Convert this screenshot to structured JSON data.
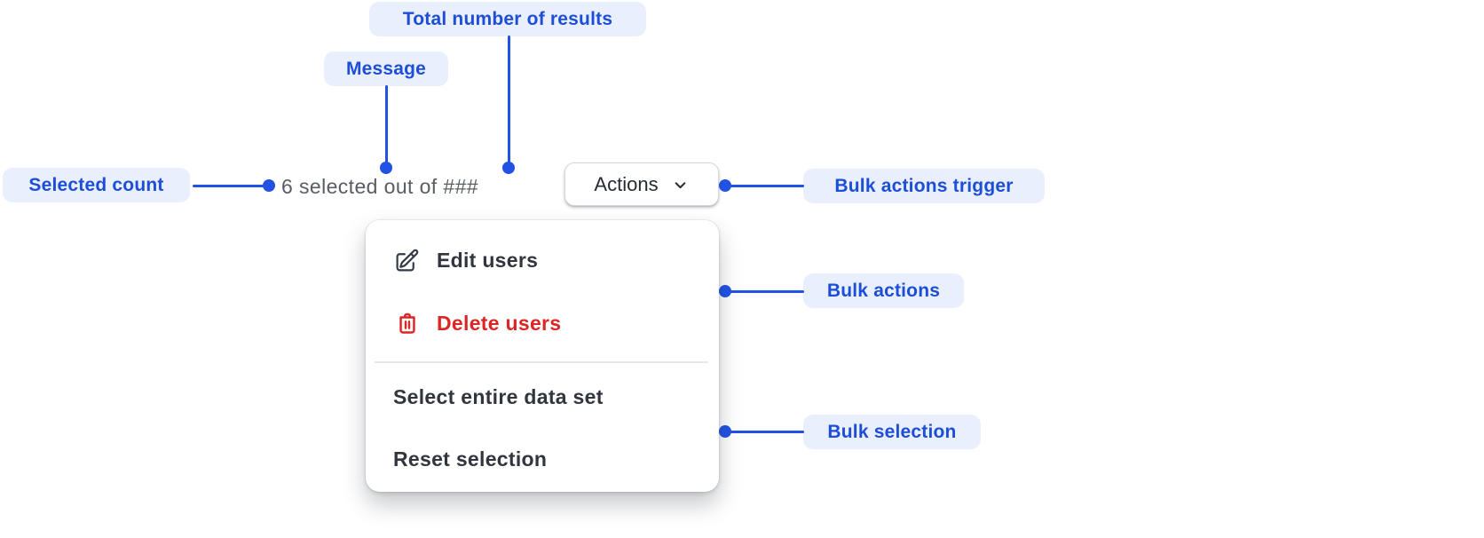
{
  "colors": {
    "annotation_text": "#1d4ed8",
    "annotation_bg": "#e9effc",
    "connector_blue": "#2152e3",
    "message_gray": "#585d64",
    "menu_text": "#31363e",
    "danger_red": "#dc2626",
    "divider_gray": "#e6e8eb"
  },
  "annotations": {
    "total_results": {
      "label": "Total number of results"
    },
    "message": {
      "label": "Message"
    },
    "selected_count": {
      "label": "Selected count"
    },
    "bulk_actions_trigger": {
      "label": "Bulk actions trigger"
    },
    "bulk_actions": {
      "label": "Bulk actions"
    },
    "bulk_selection": {
      "label": "Bulk selection"
    }
  },
  "toolbar": {
    "selection_message": "6 selected out of ###",
    "actions_button": "Actions",
    "actions_button_icon": "chevron-down-icon"
  },
  "menu": {
    "items": [
      {
        "label": "Edit users",
        "icon": "edit-icon",
        "danger": false
      },
      {
        "label": "Delete users",
        "icon": "trash-icon",
        "danger": true
      },
      {
        "label": "Select entire data set",
        "icon": null,
        "danger": false
      },
      {
        "label": "Reset selection",
        "icon": null,
        "danger": false
      }
    ]
  }
}
